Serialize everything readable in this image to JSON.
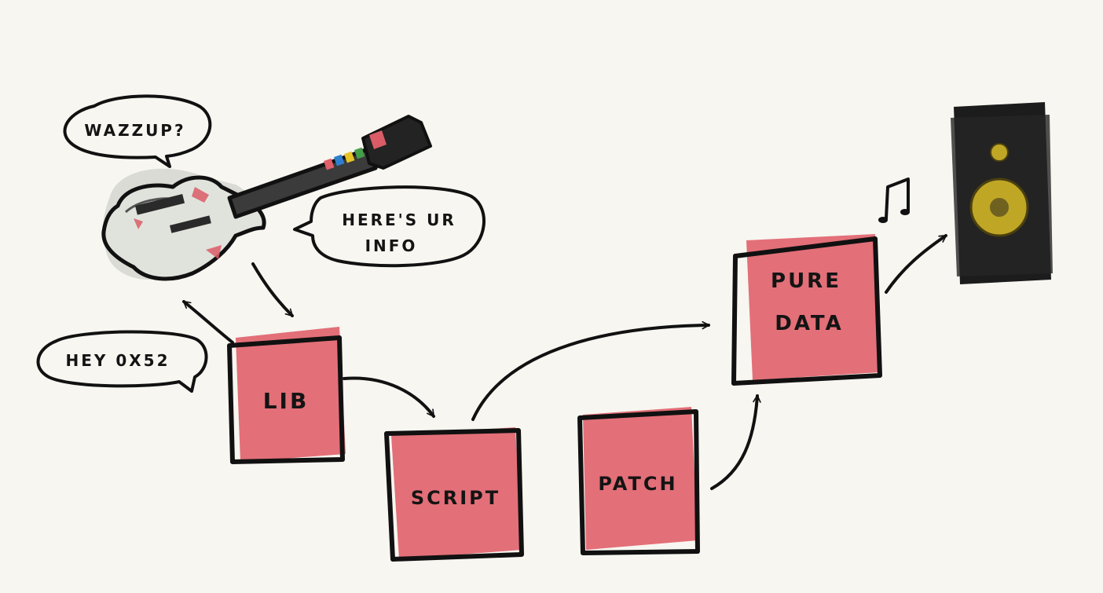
{
  "colors": {
    "paper": "#f7f6f1",
    "ink": "#111111",
    "box_fill": "#e0606a",
    "guitar_body": "#dfe2db",
    "speaker": "#1c1c1c",
    "speaker_cone": "#bfa625"
  },
  "bubbles": {
    "guitar_says": "WAZZUP?",
    "guitar_reply": "HERE'S UR",
    "guitar_reply_2": "INFO",
    "lib_says": "HEY 0X52"
  },
  "boxes": {
    "lib": "LIB",
    "script": "SCRIPT",
    "patch": "PATCH",
    "pure_data_1": "PURE",
    "pure_data_2": "DATA"
  },
  "icons": {
    "guitar": "guitar-controller-icon",
    "note": "music-note-icon",
    "speaker": "speaker-icon"
  }
}
